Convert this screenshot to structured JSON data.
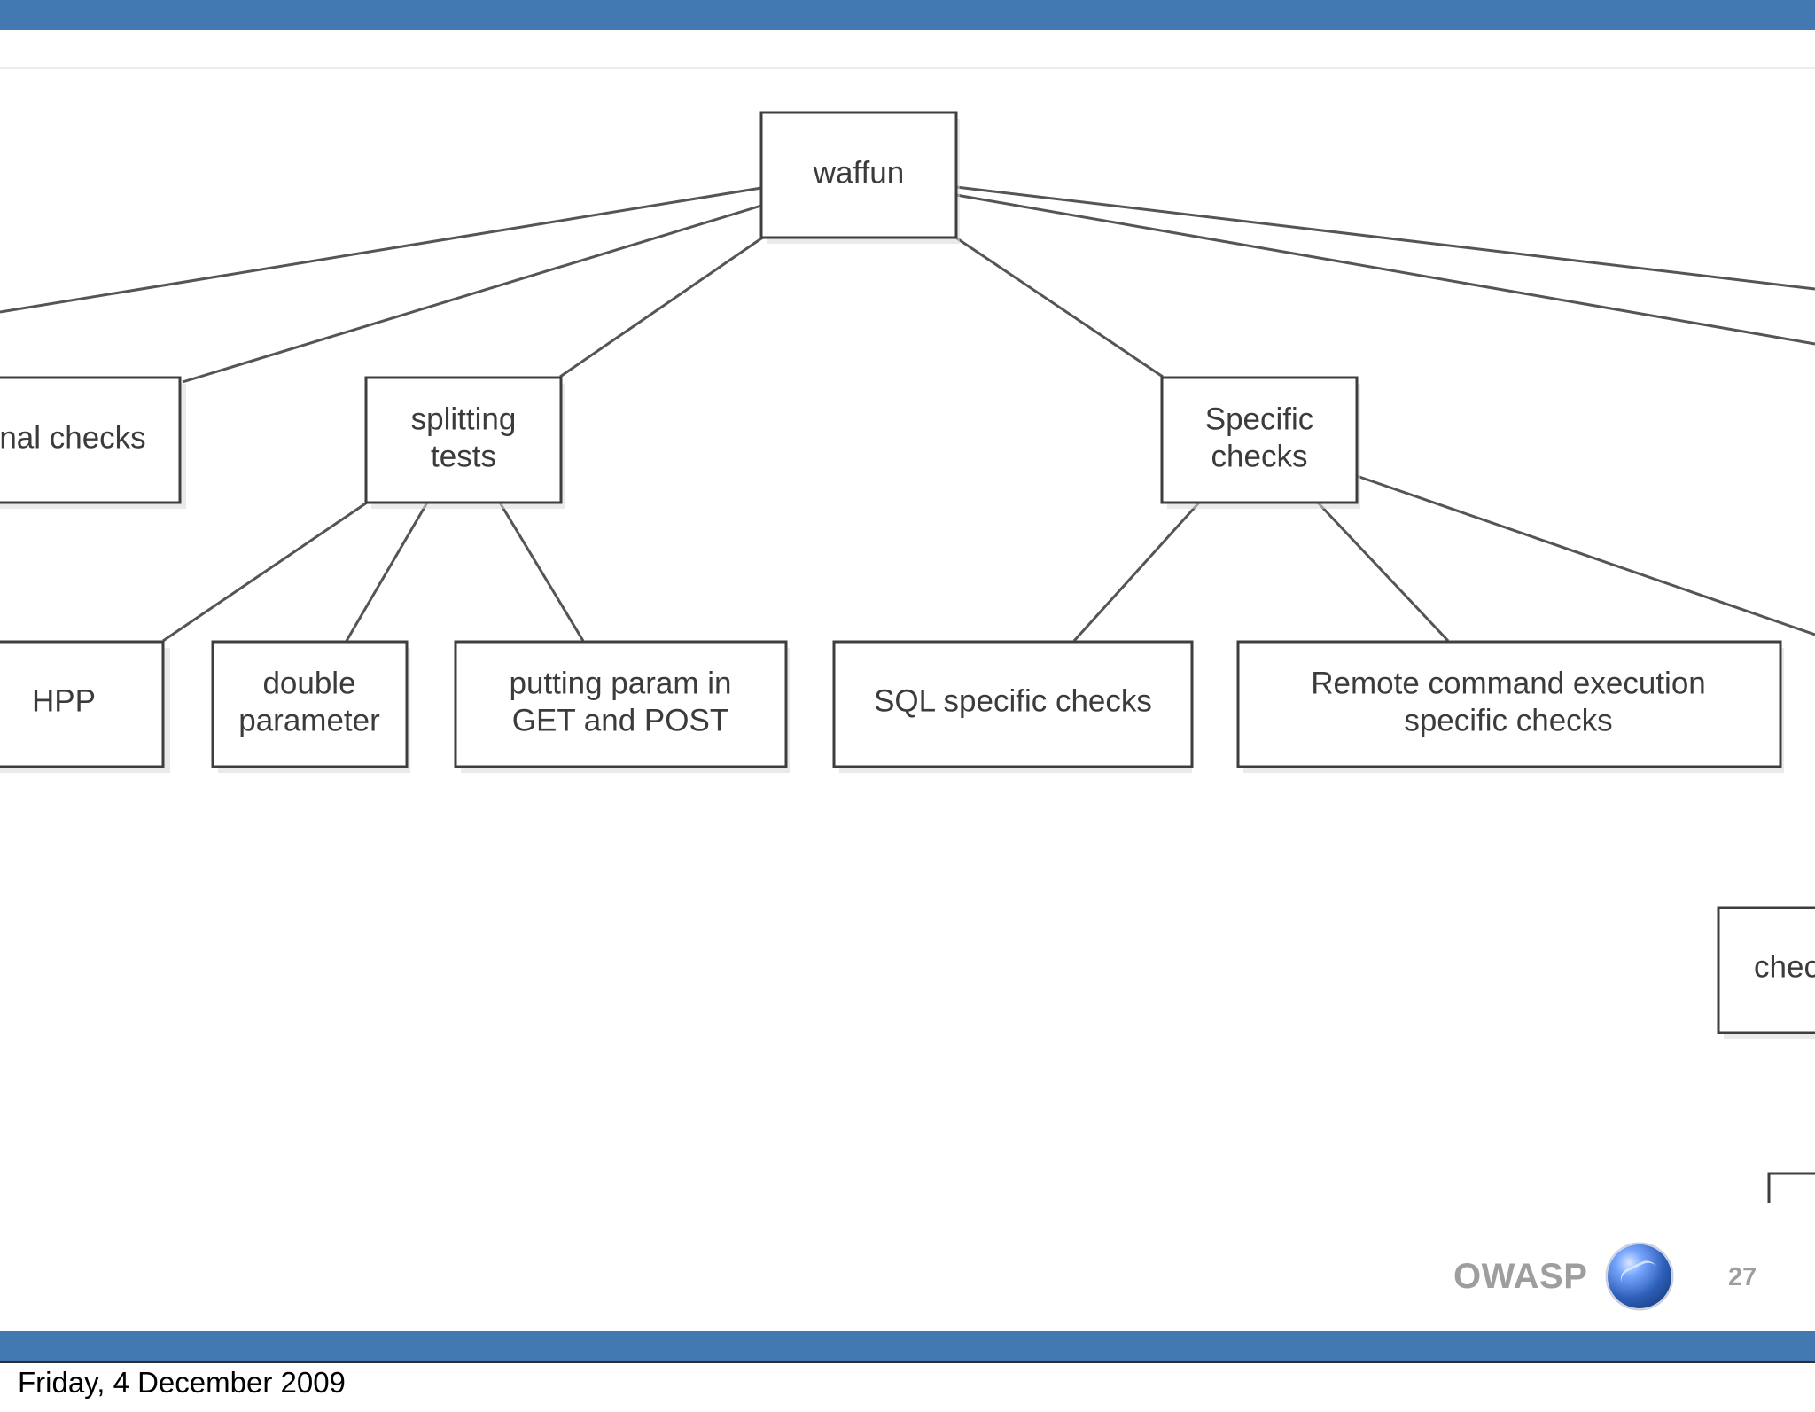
{
  "slide": {
    "date": "Friday, 4 December 2009",
    "logo_text": "OWASP",
    "page_number": "27"
  },
  "diagram": {
    "nodes": {
      "root": [
        "waffun"
      ],
      "partial_left": [
        "nal checks"
      ],
      "splitting": [
        "splitting",
        "tests"
      ],
      "specific": [
        "Specific",
        "checks"
      ],
      "hpp": [
        "HPP"
      ],
      "double": [
        "double",
        "parameter"
      ],
      "putting": [
        "putting param in",
        "GET and POST"
      ],
      "sql": [
        "SQL specific checks"
      ],
      "remote": [
        "Remote command execution",
        "specific checks"
      ],
      "partial_right": [
        "chec"
      ]
    }
  },
  "colors": {
    "bar": "#4279b0",
    "node_border": "#3e3e3e",
    "edge": "#555555",
    "logo_text": "#9e9e9e"
  },
  "icons": {
    "logo": "globe-icon"
  }
}
